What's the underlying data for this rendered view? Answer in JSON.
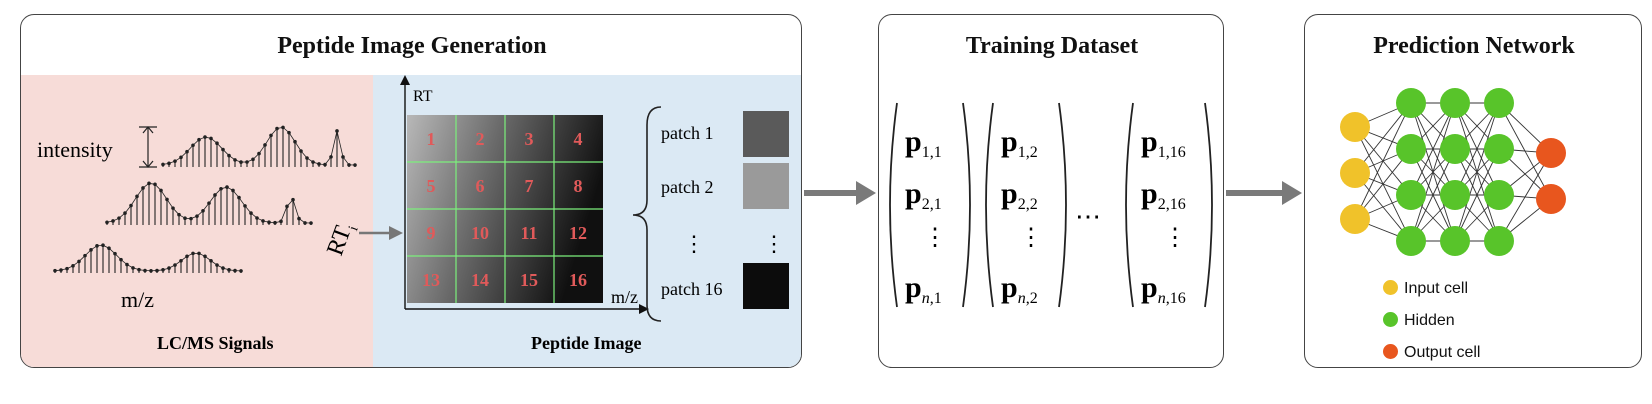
{
  "panel1": {
    "title": "Peptide Image Generation",
    "lcms_caption": "LC/MS Signals",
    "intensity_label": "intensity",
    "mz_label": "m/z",
    "rt_i_label": "RT",
    "rt_i_sub": "i",
    "image_caption": "Peptide Image",
    "axis_rt": "RT",
    "axis_mz": "m/z",
    "grid_numbers": [
      "1",
      "2",
      "3",
      "4",
      "5",
      "6",
      "7",
      "8",
      "9",
      "10",
      "11",
      "12",
      "13",
      "14",
      "15",
      "16"
    ],
    "patches": [
      {
        "label": "patch 1"
      },
      {
        "label": "patch 2"
      },
      {
        "label": "⋮"
      },
      {
        "label": "patch 16"
      }
    ],
    "patch_dots": "⋮",
    "colors": {
      "lcms_bg": "#f7dcd8",
      "image_bg": "#dbe9f4",
      "grid_line": "#7cf07c",
      "grid_num": "#e05a5a"
    }
  },
  "panel2": {
    "title": "Training Dataset",
    "vectors": [
      {
        "top_sub": "1,1",
        "mid_sub": "2,1",
        "bot_sub": "1"
      },
      {
        "top_sub": "1,2",
        "mid_sub": "2,2",
        "bot_sub": "2"
      },
      {
        "top_sub": "1,16",
        "mid_sub": "2,16",
        "bot_sub": "16"
      }
    ],
    "symbol": "p",
    "n_symbol": "n",
    "ellipsis": "⋯",
    "vdots": "⋮"
  },
  "panel3": {
    "title": "Prediction Network",
    "legend": [
      {
        "label": "Input cell",
        "color": "#f0c22a"
      },
      {
        "label": "Hidden",
        "color": "#58c42a"
      },
      {
        "label": "Output cell",
        "color": "#e8561e"
      }
    ]
  }
}
